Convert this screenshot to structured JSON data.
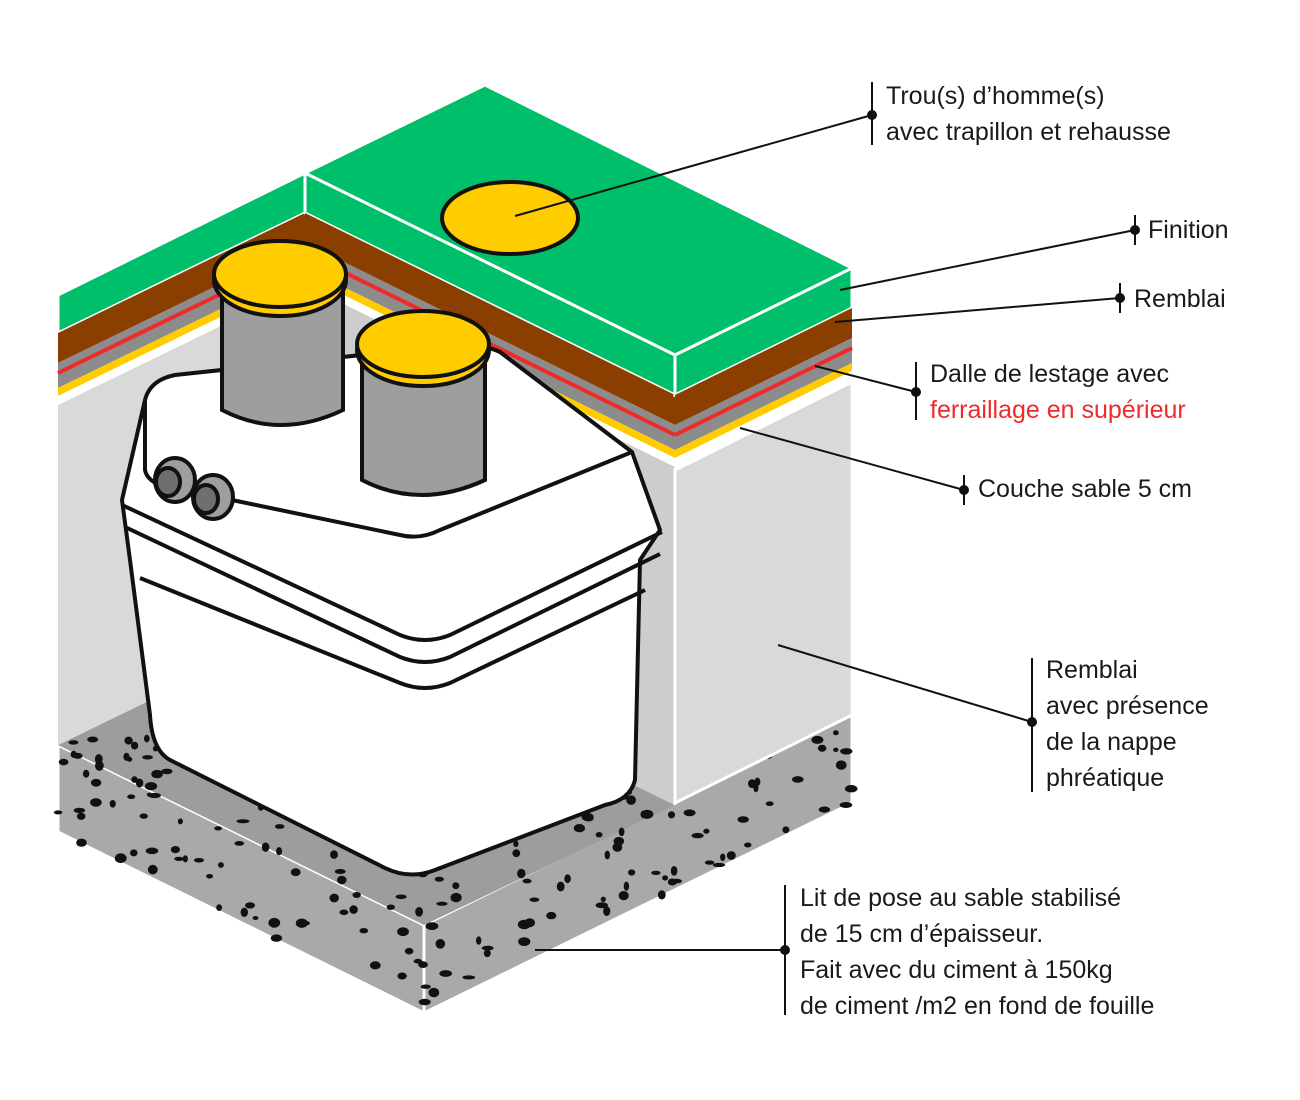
{
  "colors": {
    "finition": "#00bf6a",
    "remblai": "#8a3f00",
    "dalle": "#8c8c8c",
    "ferraillage": "#ee2a2a",
    "sable": "#ffcc00",
    "remblai_nappe": "#d9d9da",
    "lit_de_pose": "#a9a9a9",
    "cuve": "#ffffff",
    "trappe": "#ffcc00",
    "rehausse": "#9e9e9e",
    "outline": "#111111"
  },
  "labels": {
    "trou_homme": [
      "Trou(s) d’homme(s)",
      "avec trapillon et rehausse"
    ],
    "finition": "Finition",
    "remblai": "Remblai",
    "dalle": [
      "Dalle de lestage avec",
      "ferraillage en supérieur"
    ],
    "couche_sable": "Couche sable 5 cm",
    "remblai_nappe": [
      "Remblai",
      "avec présence",
      "de la nappe",
      "phréatique"
    ],
    "lit_de_pose": [
      "Lit de pose au sable stabilisé",
      "de 15 cm d’épaisseur.",
      "Fait avec du ciment à 150kg",
      "de ciment /m2 en fond de fouille"
    ]
  }
}
